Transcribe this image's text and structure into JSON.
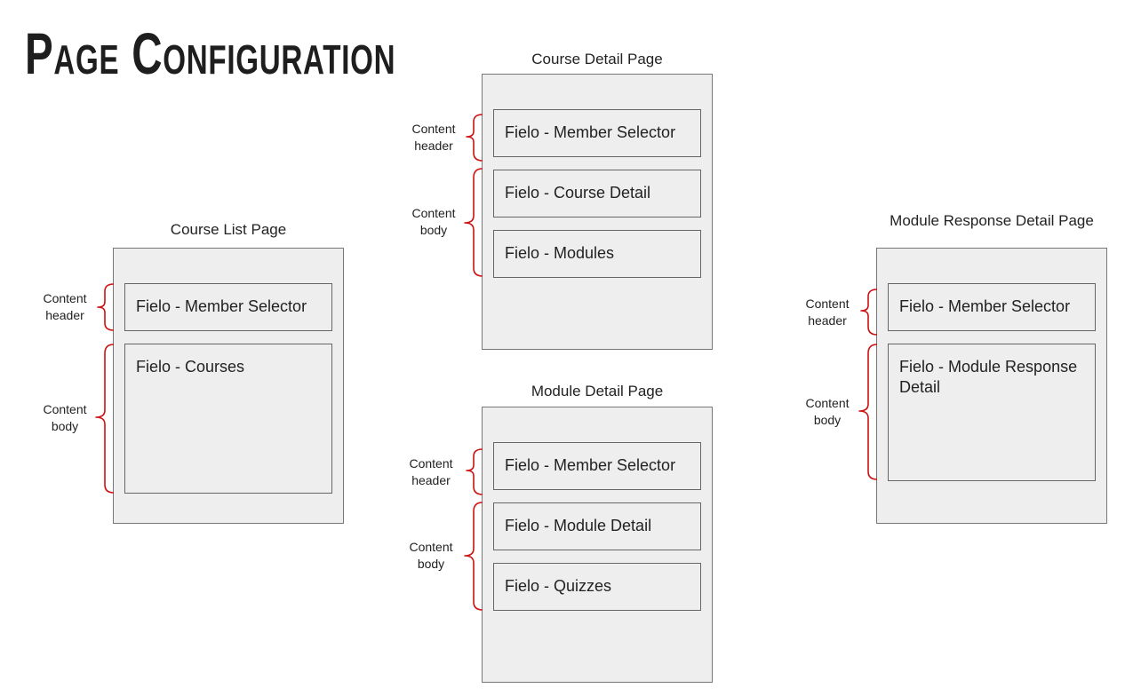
{
  "title": "Page Configuration",
  "brace_color": "#cc1111",
  "pages": {
    "course_list": {
      "title": "Course List Page",
      "header_label": "Content header",
      "body_label": "Content body",
      "components": [
        "Fielo - Member Selector",
        "Fielo - Courses"
      ]
    },
    "course_detail": {
      "title": "Course Detail Page",
      "header_label": "Content header",
      "body_label": "Content body",
      "components": [
        "Fielo - Member Selector",
        "Fielo - Course Detail",
        "Fielo - Modules"
      ]
    },
    "module_detail": {
      "title": "Module Detail Page",
      "header_label": "Content header",
      "body_label": "Content body",
      "components": [
        "Fielo - Member Selector",
        "Fielo - Module Detail",
        "Fielo - Quizzes"
      ]
    },
    "module_response_detail": {
      "title": "Module Response Detail Page",
      "header_label": "Content header",
      "body_label": "Content body",
      "components": [
        "Fielo - Member Selector",
        "Fielo - Module Response Detail"
      ]
    }
  }
}
